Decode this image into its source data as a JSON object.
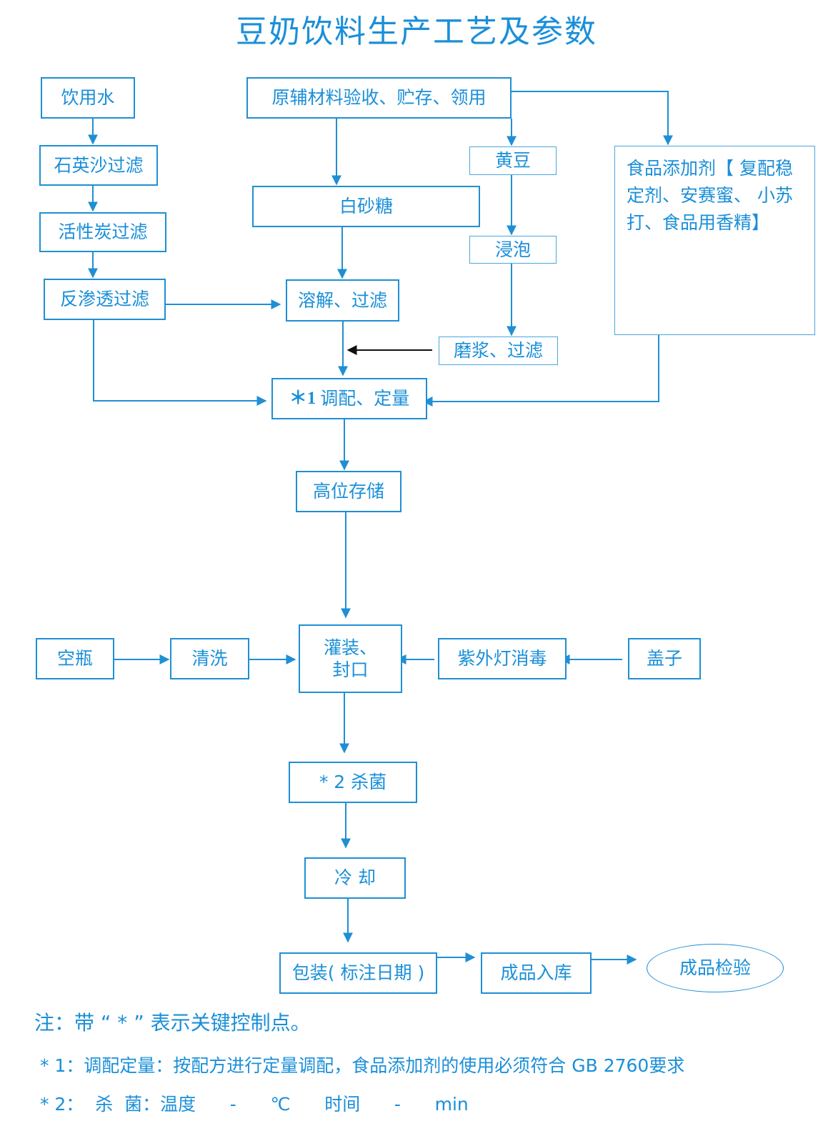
{
  "title": "豆奶饮料生产工艺及参数",
  "nodes": {
    "water": "饮用水",
    "quartz_filter": "石英沙过滤",
    "carbon_filter": "活性炭过滤",
    "ro_filter": "反渗透过滤",
    "raw_materials": "原辅材料验收、贮存、领用",
    "sugar": "白砂糖",
    "soybean": "黄豆",
    "soak": "浸泡",
    "dissolve_filter": "溶解、过滤",
    "grind_filter": "磨浆、过滤",
    "additives": "食品添加剂【 复配稳定剂、安赛蜜、 小苏打、食品用香精】",
    "blend_prefix": "＊1",
    "blend_label": "调配、定量",
    "high_storage": "高位存储",
    "empty_bottle": "空瓶",
    "wash": "清洗",
    "fill_line1": "灌装、",
    "fill_line2": "封口",
    "uv_disinfect": "紫外灯消毒",
    "caps": "盖子",
    "sterilize": "* 2  杀菌",
    "cool": "冷  却",
    "package": "包装( 标注日期 )",
    "warehouse": "成品入库",
    "inspection": "成品检验"
  },
  "notes": {
    "line1": "注：带 “ * ” 表示关键控制点。",
    "line2": " * 1：调配定量：按配方进行定量调配，食品添加剂的使用必须符合 GB 2760要求",
    "line3": " * 2：  杀  菌：温度      -      ℃      时间      -      min"
  },
  "colors": {
    "primary": "#1a8fd8",
    "line": "#1f8fd4",
    "dark_arrow": "#111111"
  }
}
